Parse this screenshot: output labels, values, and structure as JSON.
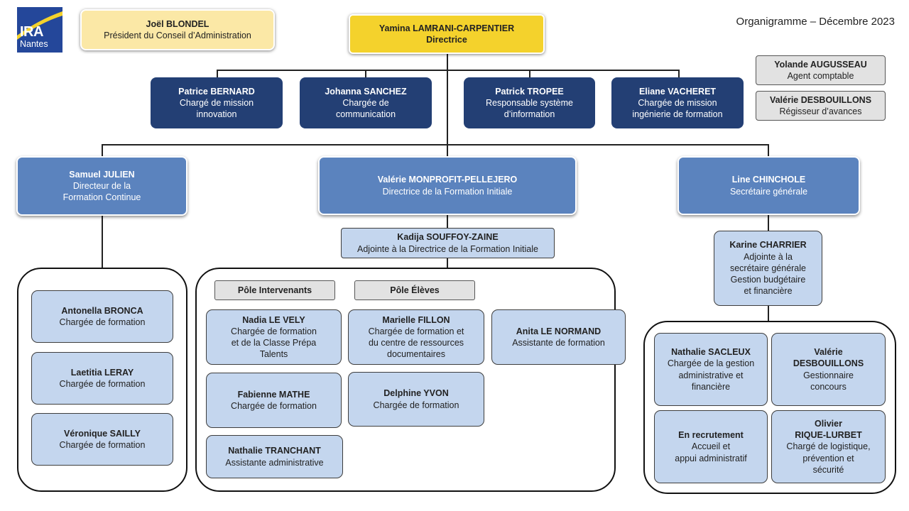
{
  "title": "Organigramme – Décembre 2023",
  "logo": {
    "text": "IRA",
    "city": "Nantes"
  },
  "president": {
    "name": "Joël BLONDEL",
    "role": "Président du Conseil d’Administration"
  },
  "director": {
    "name": "Yamina LAMRANI-CARPENTIER",
    "role": "Directrice"
  },
  "side_boxes": [
    {
      "name": "Yolande AUGUSSEAU",
      "role": "Agent comptable"
    },
    {
      "name": "Valérie DESBOUILLONS",
      "role": "Régisseur d’avances"
    }
  ],
  "staff": [
    {
      "name": "Patrice BERNARD",
      "role": [
        "Chargé de mission",
        "innovation"
      ]
    },
    {
      "name": "Johanna SANCHEZ",
      "role": [
        "Chargée de",
        "communication"
      ]
    },
    {
      "name": "Patrick TROPEE",
      "role": [
        "Responsable système",
        "d’information"
      ]
    },
    {
      "name": "Eliane VACHERET",
      "role": [
        "Chargée de mission",
        "ingénierie de formation"
      ]
    }
  ],
  "departments": [
    {
      "name": "Samuel JULIEN",
      "role": [
        "Directeur de la",
        "Formation  Continue"
      ]
    },
    {
      "name": "Valérie MONPROFIT-PELLEJERO",
      "role": [
        "Directrice de la Formation  Initiale"
      ]
    },
    {
      "name": "Line CHINCHOLE",
      "role": [
        "Secrétaire générale"
      ]
    }
  ],
  "continue_team": [
    {
      "name": "Antonella BRONCA",
      "role": [
        "Chargée de formation"
      ]
    },
    {
      "name": "Laetitia LERAY",
      "role": [
        "Chargée de formation"
      ]
    },
    {
      "name": "Véronique SAILLY",
      "role": [
        "Chargée de formation"
      ]
    }
  ],
  "initiale": {
    "deputy": {
      "name": "Kadija SOUFFOY-ZAINE",
      "role": [
        "Adjointe à la Directrice de la Formation Initiale"
      ]
    },
    "poles": [
      "Pôle Intervenants",
      "Pôle Élèves"
    ],
    "pole_intervenants": [
      {
        "name": "Nadia LE VELY",
        "role": [
          "Chargée de formation",
          "et de la Classe Prépa",
          "Talents"
        ]
      },
      {
        "name": "Fabienne MATHE",
        "role": [
          "Chargée de formation"
        ]
      },
      {
        "name": "Nathalie TRANCHANT",
        "role": [
          "Assistante administrative"
        ]
      }
    ],
    "pole_eleves": [
      {
        "name": "Marielle FILLON",
        "role": [
          "Chargée de formation et",
          "du centre de ressources",
          "documentaires"
        ]
      },
      {
        "name": "Delphine YVON",
        "role": [
          "Chargée de formation"
        ]
      }
    ],
    "assistant": {
      "name": "Anita LE NORMAND",
      "role": [
        "Assistante de formation"
      ]
    }
  },
  "secretariat": {
    "deputy": {
      "name": "Karine CHARRIER",
      "role": [
        "Adjointe à la",
        "secrétaire générale",
        "Gestion budgétaire",
        "et financière"
      ]
    },
    "team": [
      {
        "name": "Nathalie SACLEUX",
        "role": [
          "Chargée de la gestion",
          "administrative et",
          "financière"
        ]
      },
      {
        "name": [
          "Valérie",
          "DESBOUILLONS"
        ],
        "role": [
          "Gestionnaire",
          "concours"
        ]
      },
      {
        "name": "En recrutement",
        "role": [
          "Accueil et",
          "appui administratif"
        ]
      },
      {
        "name": [
          "Olivier",
          "RIQUE-LURBET"
        ],
        "role": [
          "Chargé de logistique,",
          "prévention et",
          "sécurité"
        ]
      }
    ]
  },
  "colors": {
    "dark": "#233f74",
    "mid": "#5b83be",
    "light": "#c4d6ee",
    "gold": "#f4d22c",
    "cream": "#fbe8a6"
  }
}
